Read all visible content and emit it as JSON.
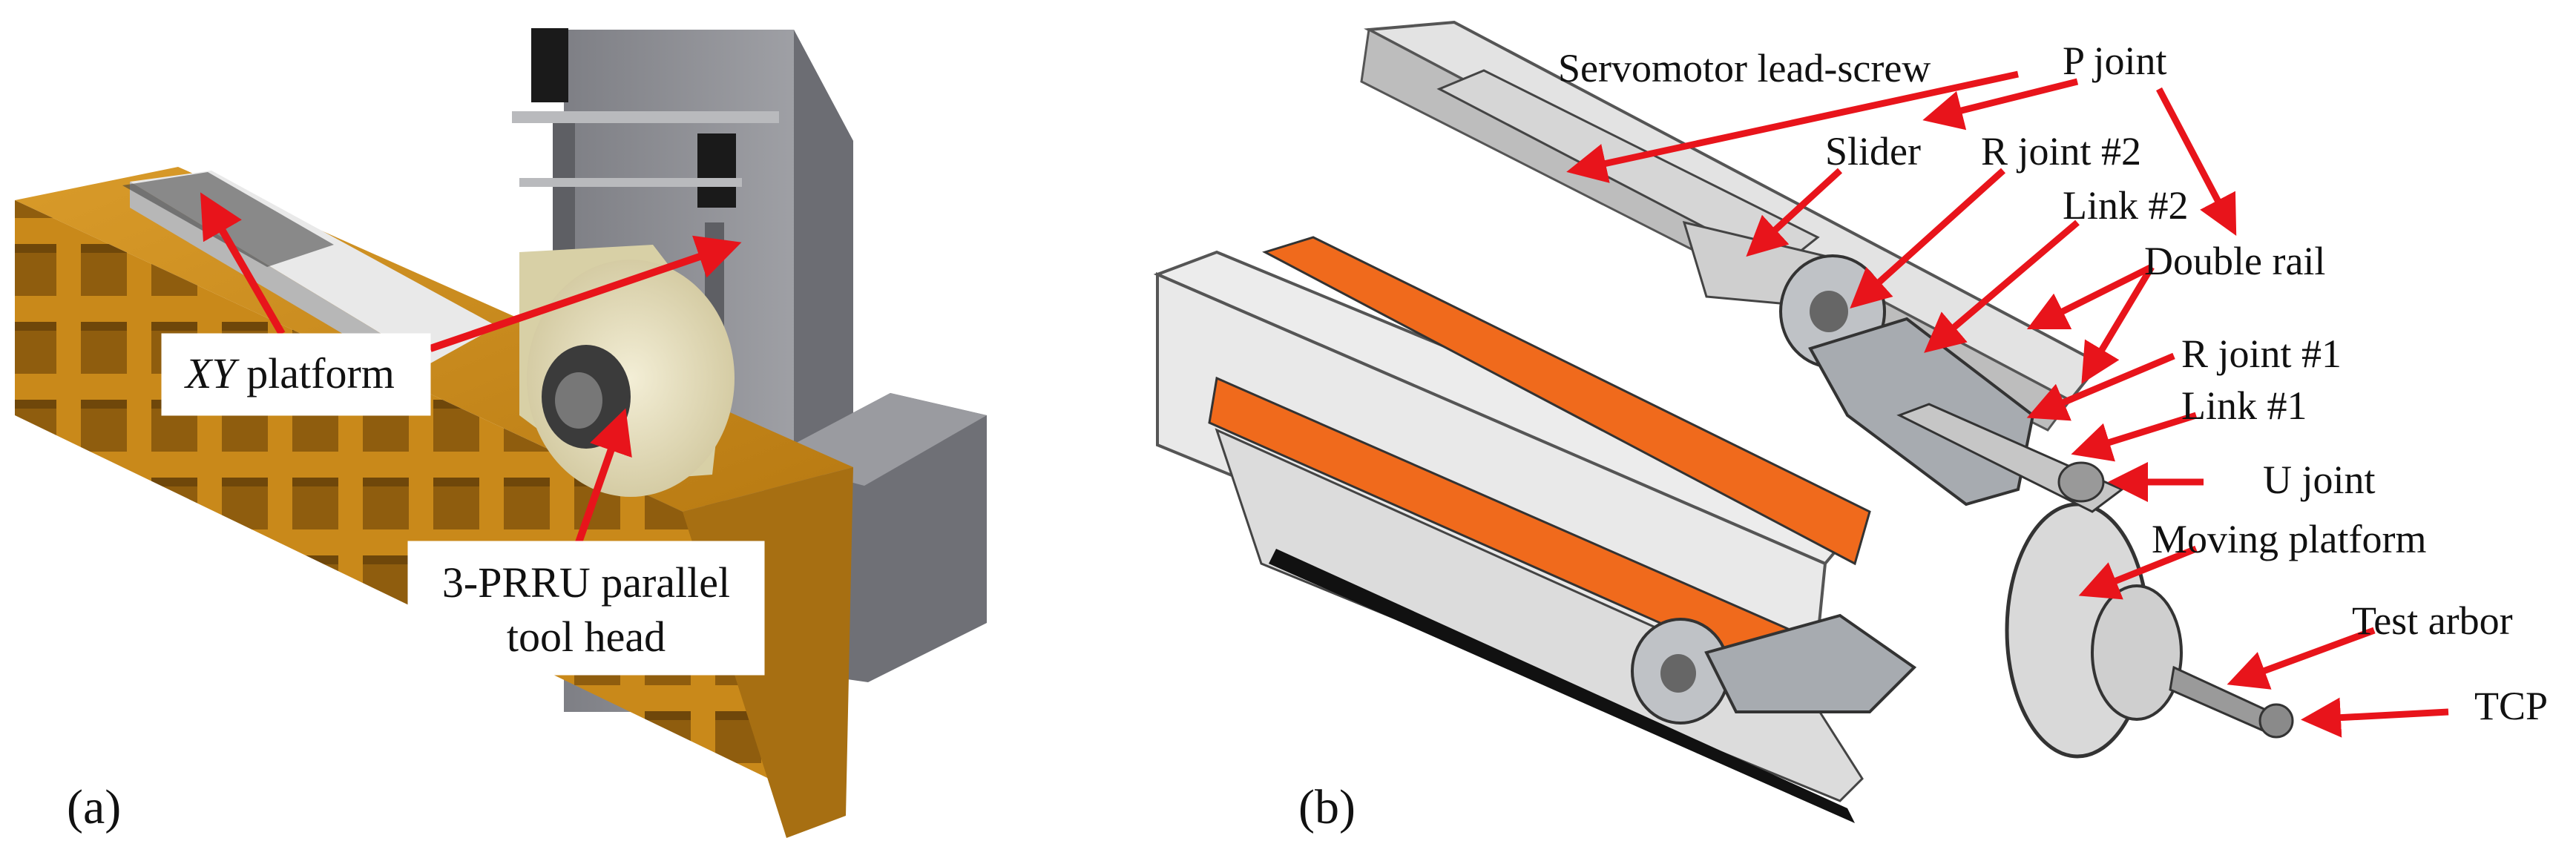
{
  "panels": {
    "a": {
      "caption": "(a)",
      "labels": {
        "xy_platform_italic": "XY",
        "xy_platform_rest": " platform",
        "parallel_head_line1": "3-PRRU parallel",
        "parallel_head_line2": "tool head"
      }
    },
    "b": {
      "caption": "(b)",
      "labels": {
        "servomotor": "Servomotor lead-screw",
        "p_joint": "P joint",
        "slider": "Slider",
        "r_joint_2": "R joint #2",
        "link_2": "Link #2",
        "double_rail": "Double rail",
        "r_joint_1": "R joint #1",
        "link_1": "Link #1",
        "u_joint": "U joint",
        "moving_platform": "Moving platform",
        "test_arbor": "Test arbor",
        "tcp": "TCP"
      }
    }
  },
  "colors": {
    "arrow": "#e8141b",
    "bed": "#c9891a",
    "bed_dark": "#8f5d0e",
    "column": "#8e8f94",
    "column_dark": "#5f6066",
    "disc": "#e6dfc0",
    "orange_plate": "#f06a1c",
    "rail": "#e9e9e9"
  }
}
